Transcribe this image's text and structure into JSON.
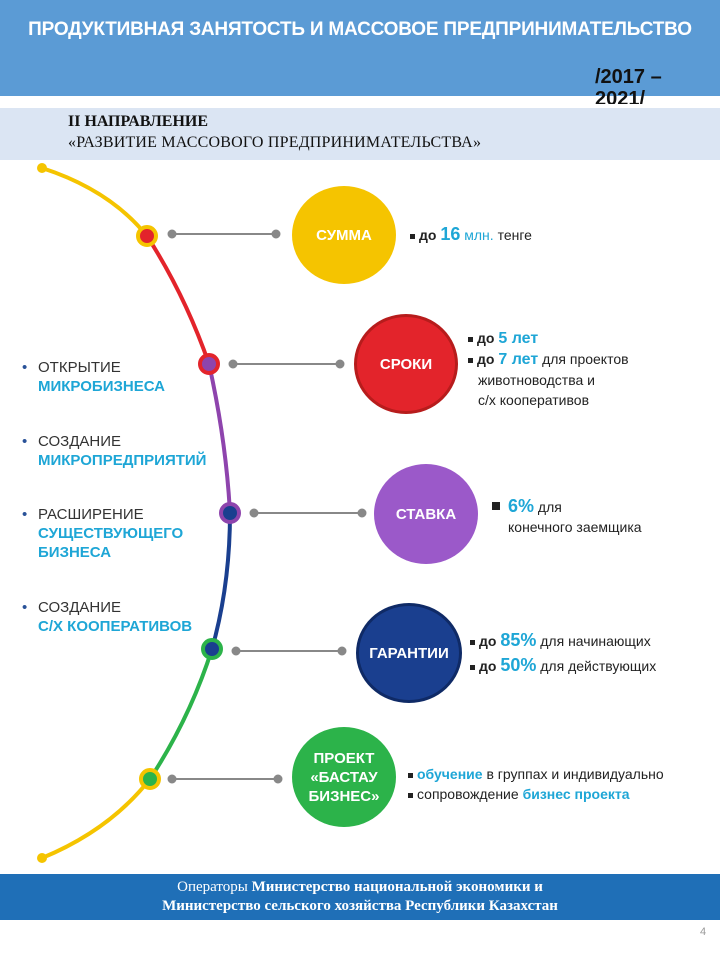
{
  "header": {
    "title": "ПРОДУКТИВНАЯ ЗАНЯТОСТЬ И МАССОВОЕ ПРЕДПРИНИМАТЕЛЬСТВО",
    "period_line1": "/2017 –",
    "period_line2": "2021/"
  },
  "direction": {
    "title": "II НАПРАВЛЕНИЕ",
    "subtitle": "«РАЗВИТИЕ МАССОВОГО ПРЕДПРИНИМАТЕЛЬСТВА»"
  },
  "left_items": [
    {
      "line1": "ОТКРЫТИЕ",
      "line2": "МИКРОБИЗНЕСА"
    },
    {
      "line1": "СОЗДАНИЕ",
      "line2": "МИКРОПРЕДПРИЯТИЙ"
    },
    {
      "line1": "РАСШИРЕНИЕ",
      "line2": "СУЩЕСТВУЮЩЕГО",
      "line3": "БИЗНЕСА"
    },
    {
      "line1": "СОЗДАНИЕ",
      "line2": "С/Х КООПЕРАТИВОВ"
    }
  ],
  "circles": {
    "summa": {
      "label": "СУММА",
      "color": "#f5c400"
    },
    "sroki": {
      "label": "СРОКИ",
      "color": "#e3242b"
    },
    "stavka": {
      "label": "СТАВКА",
      "color": "#9b59c9"
    },
    "garantii": {
      "label": "ГАРАНТИИ",
      "color": "#1a3f8f"
    },
    "project": {
      "line1": "ПРОЕКТ",
      "line2": "«БАСТАУ",
      "line3": "БИЗНЕС»",
      "color": "#2cb34a"
    }
  },
  "summa_info": {
    "prefix": "до",
    "num": "16",
    "unit": "млн.",
    "suffix": "тенге"
  },
  "sroki_info": {
    "row1_prefix": "до",
    "row1_num": "5 лет",
    "row2_prefix": "до",
    "row2_num": "7 лет",
    "row2_text": "для проектов",
    "row3": "животноводства и",
    "row4": "с/х кооперативов"
  },
  "stavka_info": {
    "num": "6%",
    "text": "для",
    "row2": "конечного заемщика"
  },
  "garantii_info": {
    "row1_prefix": "до",
    "row1_num": "85%",
    "row1_text": "для начинающих",
    "row2_prefix": "до",
    "row2_num": "50%",
    "row2_text": "для действующих"
  },
  "project_info": {
    "row1_a": "обучение",
    "row1_b": "в группах и индивидуально",
    "row2_a": "сопровождение",
    "row2_b": "бизнес проекта"
  },
  "footer": {
    "line1_a": "Операторы",
    "line1_b": "Министерство национальной экономики и",
    "line2": "Министерство сельского хозяйства Республики Казахстан"
  },
  "page_number": "4"
}
